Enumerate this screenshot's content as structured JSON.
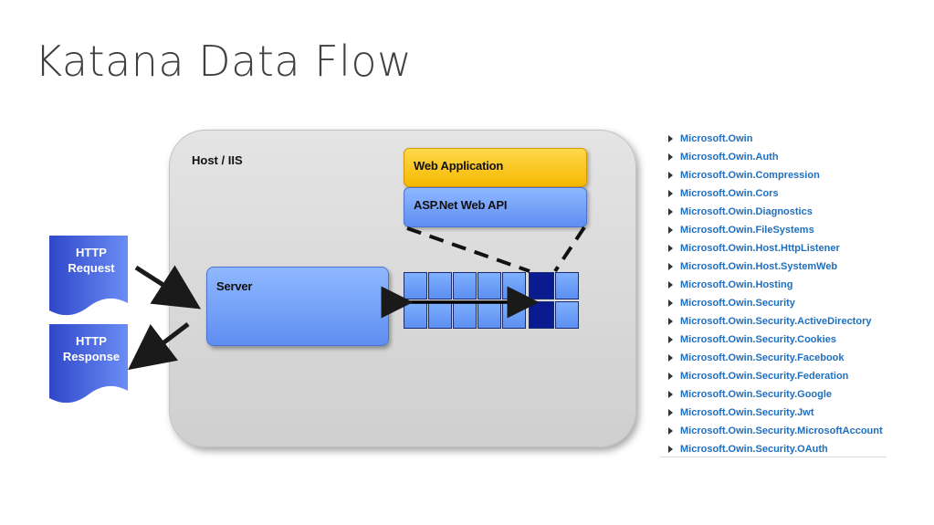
{
  "title": "Katana Data Flow",
  "diagram": {
    "host_label": "Host / IIS",
    "web_application_label": "Web Application",
    "web_api_label": "ASP.Net Web API",
    "server_label": "Server",
    "http_request_label": "HTTP Request",
    "http_response_label": "HTTP Response",
    "colors": {
      "web_application": "#f6b800",
      "blue_box": "#6b97f3",
      "pipeline_active": "#0a1a8f",
      "document": "#3a5be0"
    }
  },
  "namespaces": [
    "Microsoft.Owin",
    "Microsoft.Owin.Auth",
    "Microsoft.Owin.Compression",
    "Microsoft.Owin.Cors",
    "Microsoft.Owin.Diagnostics",
    "Microsoft.Owin.FileSystems",
    "Microsoft.Owin.Host.HttpListener",
    "Microsoft.Owin.Host.SystemWeb",
    "Microsoft.Owin.Hosting",
    "Microsoft.Owin.Security",
    "Microsoft.Owin.Security.ActiveDirectory",
    "Microsoft.Owin.Security.Cookies",
    "Microsoft.Owin.Security.Facebook",
    "Microsoft.Owin.Security.Federation",
    "Microsoft.Owin.Security.Google",
    "Microsoft.Owin.Security.Jwt",
    "Microsoft.Owin.Security.MicrosoftAccount",
    "Microsoft.Owin.Security.OAuth"
  ]
}
